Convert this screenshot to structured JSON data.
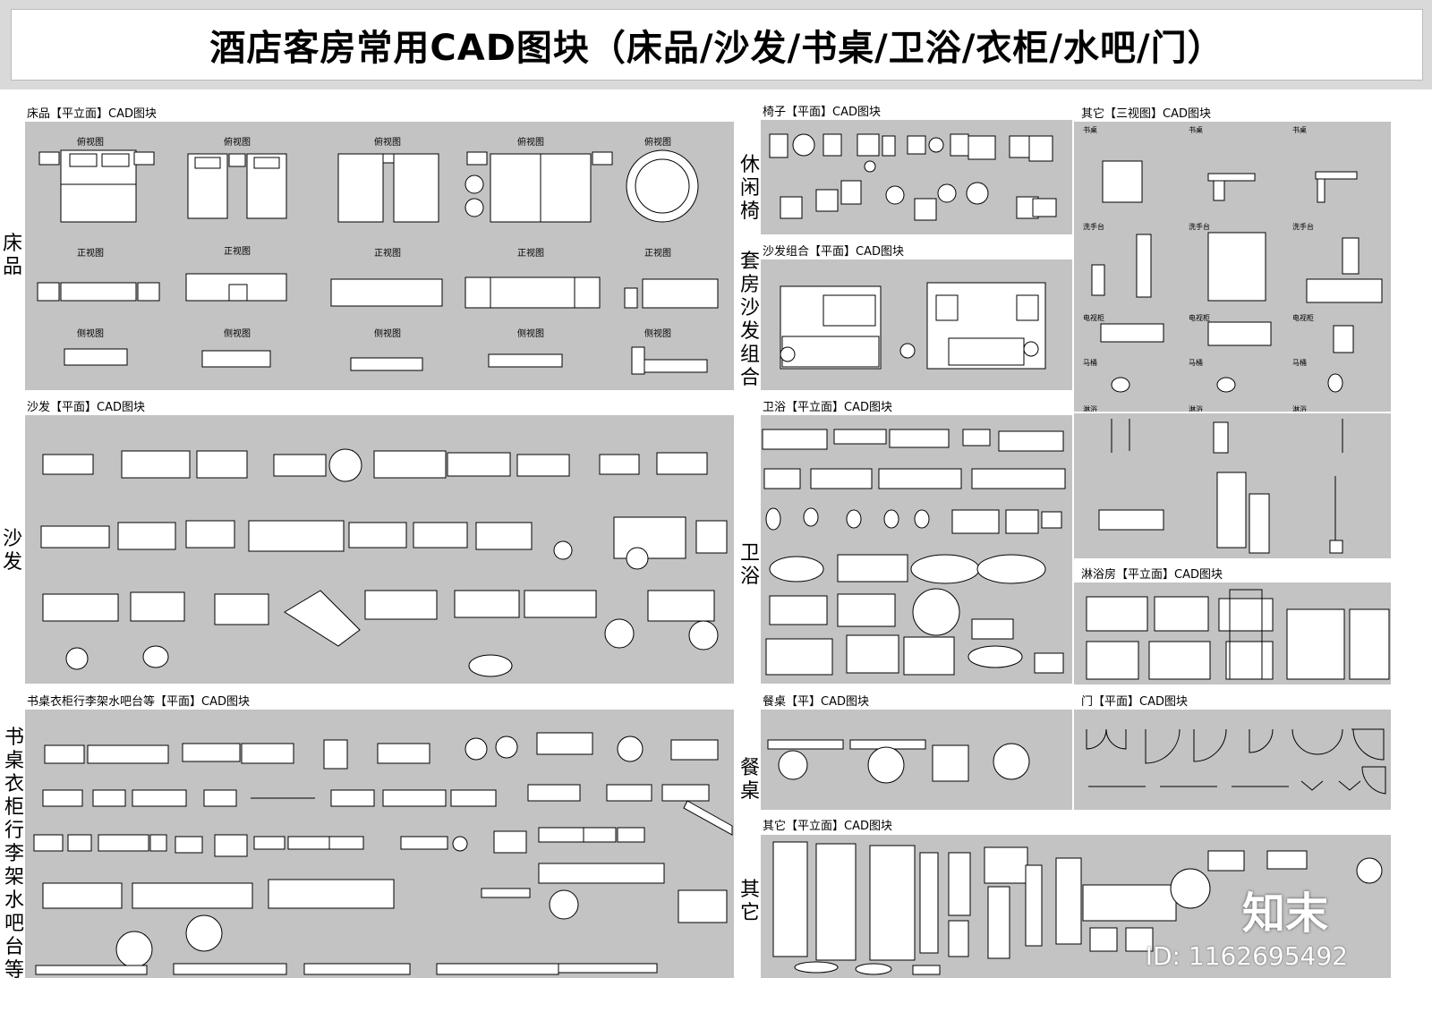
{
  "title": "酒店客房常用CAD图块（床品/沙发/书桌/卫浴/衣柜/水吧/门）",
  "sections": {
    "bedding": {
      "caption": "床品【平立面】CAD图块",
      "side": "床品"
    },
    "sofa": {
      "caption": "沙发【平面】CAD图块",
      "side": "沙发"
    },
    "desk": {
      "caption": "书桌衣柜行李架水吧台等【平面】CAD图块",
      "side": "书桌衣柜行李架水吧台等"
    },
    "chair": {
      "caption": "椅子【平面】CAD图块",
      "side": "休闲椅"
    },
    "sofa_set": {
      "caption": "沙发组合【平面】CAD图块",
      "side": "套房沙发组合"
    },
    "bath": {
      "caption": "卫浴【平立面】CAD图块",
      "side": "卫浴"
    },
    "dining": {
      "caption": "餐桌【平】CAD图块",
      "side": "餐桌"
    },
    "misc": {
      "caption": "其它【平立面】CAD图块",
      "side": "其它"
    },
    "three_view": {
      "caption": "其它【三视图】CAD图块"
    },
    "shower": {
      "caption": "淋浴房【平立面】CAD图块"
    },
    "door": {
      "caption": "门【平面】CAD图块"
    }
  },
  "bed_views": {
    "top": "俯视图",
    "front": "正视图",
    "side": "侧视图"
  },
  "three_view_labels": {
    "desk": "书桌",
    "basin": "洗手台",
    "tv": "电视柜",
    "toilet": "马桶",
    "shower": "淋浴"
  },
  "watermark": {
    "logo": "知末",
    "id": "ID: 1162695492"
  }
}
